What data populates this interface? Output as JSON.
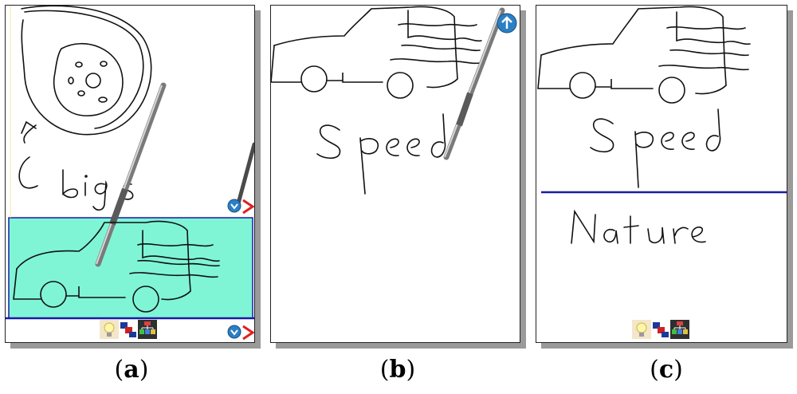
{
  "captions": {
    "a": "a",
    "b": "b",
    "c": "c"
  },
  "colors": {
    "highlight": "#7ff5d6",
    "divider": "#1a1aa8",
    "ink": "#111111",
    "close_x": "#e01f1f",
    "up_button": "#2b7fc4"
  },
  "icons": [
    "lightbulb-icon",
    "palette-icon",
    "tree-icon",
    "close-x-icon",
    "arrow-up-button",
    "arrow-down-button"
  ]
}
